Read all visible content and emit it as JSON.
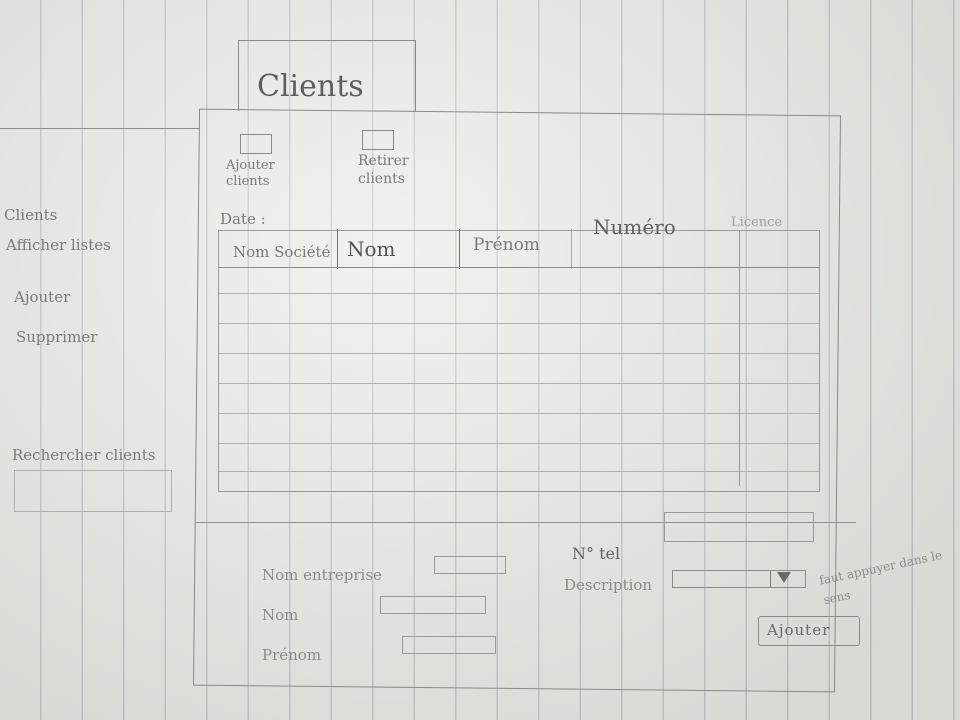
{
  "window": {
    "title": "Clients"
  },
  "toolbar": {
    "add_client_label": "Ajouter clients",
    "remove_client_label": "Retirer clients"
  },
  "sidebar": {
    "items": [
      {
        "label": "Clients"
      },
      {
        "label": "Afficher listes"
      },
      {
        "label": "Ajouter"
      },
      {
        "label": "Supprimer"
      }
    ],
    "search_label": "Rechercher clients"
  },
  "table": {
    "date_label": "Date :",
    "columns": [
      "Nom Société",
      "Nom",
      "Prénom",
      "Numéro",
      "Licence"
    ]
  },
  "form": {
    "company_name_label": "Nom entreprise",
    "last_name_label": "Nom",
    "first_name_label": "Prénom",
    "phone_label": "N° tel",
    "description_label": "Description",
    "submit_label": "Ajouter",
    "note": "faut appuyer dans le sens"
  }
}
